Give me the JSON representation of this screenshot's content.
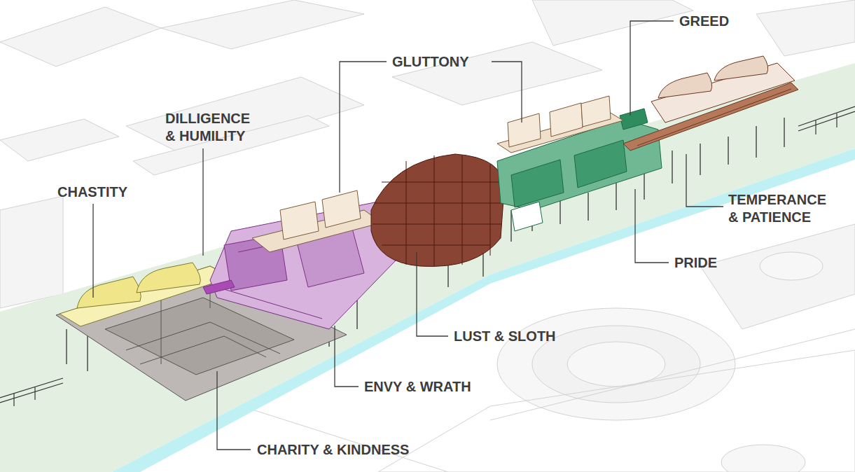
{
  "diagram": {
    "labels": [
      "GREED",
      "GLUTTONY",
      "DILLIGENCE & HUMILITY",
      "CHASTITY",
      "TEMPERANCE & PATIENCE",
      "PRIDE",
      "LUST & SLOTH",
      "ENVY & WRATH",
      "CHARITY & KINDNESS"
    ]
  }
}
